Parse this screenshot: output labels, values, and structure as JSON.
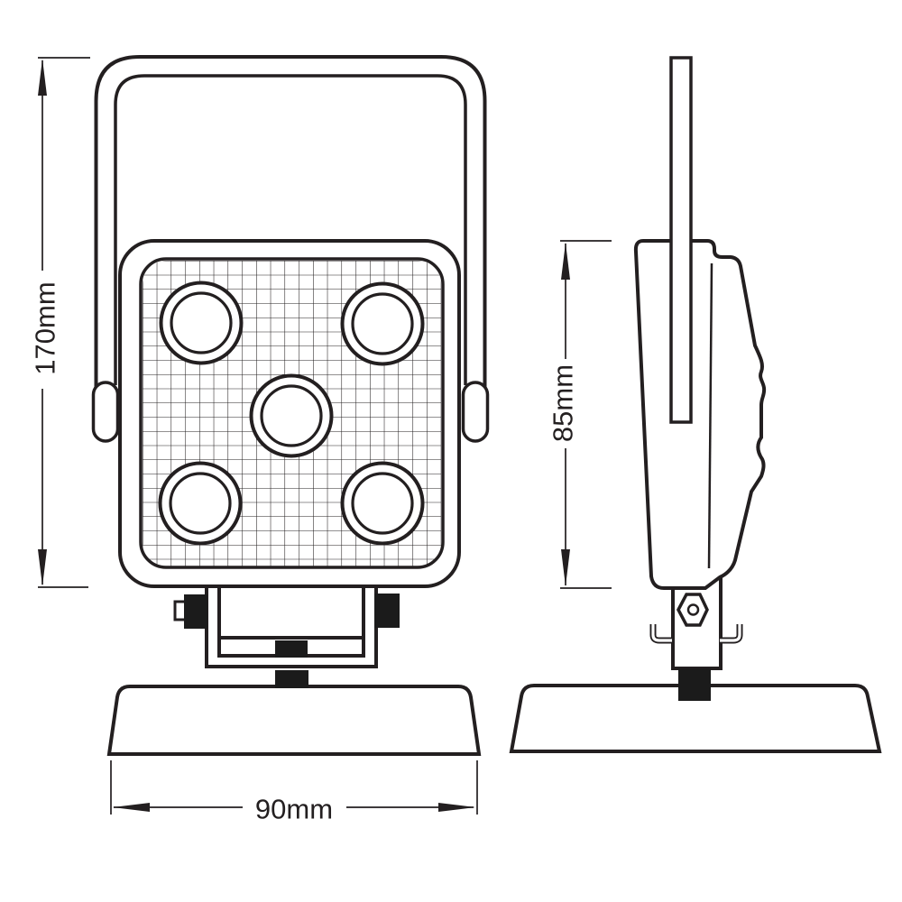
{
  "diagram": {
    "type": "technical-dimension-drawing",
    "subject": "LED work light with carry handle and magnetic base",
    "views": {
      "front": {
        "name": "front-view",
        "led_count": 5
      },
      "side": {
        "name": "side-view"
      }
    },
    "labels": {
      "overall_height": "170mm",
      "body_height": "85mm",
      "base_width": "90mm"
    },
    "colors": {
      "line": "#231f20",
      "background": "#ffffff",
      "solid_fill": "#1b1b1b"
    }
  }
}
